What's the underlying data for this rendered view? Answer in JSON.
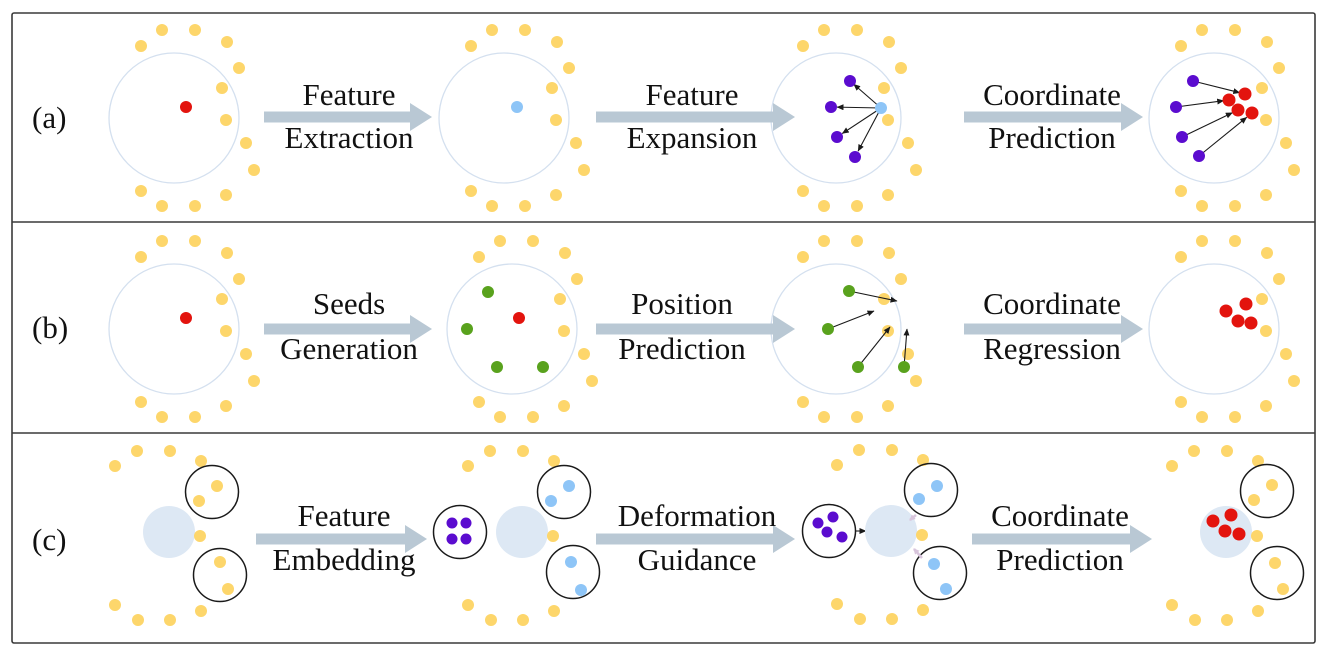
{
  "figure": {
    "colors": {
      "contour_point": "#fdd66b",
      "query_red": "#e3140e",
      "feature_blue": "#8ec5f7",
      "expanded_purple": "#5b0ccf",
      "seed_green": "#59a21d",
      "receptive_ring": "#d4e0ef",
      "region_disc": "#dde8f4",
      "process_arrow": "#b9c8d4",
      "frame": "#3a3a3a",
      "guide_arrow": "#d8c5dc"
    },
    "panels": [
      {
        "id": "a",
        "label": "(a)",
        "steps": [
          {
            "line1": "Feature",
            "line2": "Extraction"
          },
          {
            "line1": "Feature",
            "line2": "Expansion"
          },
          {
            "line1": "Coordinate",
            "line2": "Prediction"
          }
        ],
        "stages": [
          {
            "center_point": "red",
            "description": "query point"
          },
          {
            "center_point": "blue",
            "description": "extracted feature"
          },
          {
            "center_point": "blue",
            "expanded_points": 4,
            "description": "expanded features"
          },
          {
            "predicted_points": 4,
            "source_points": 4,
            "description": "predicted coordinates"
          }
        ]
      },
      {
        "id": "b",
        "label": "(b)",
        "steps": [
          {
            "line1": "Seeds",
            "line2": "Generation"
          },
          {
            "line1": "Position",
            "line2": "Prediction"
          },
          {
            "line1": "Coordinate",
            "line2": "Regression"
          }
        ],
        "stages": [
          {
            "center_point": "red",
            "description": "query point"
          },
          {
            "center_point": "red",
            "seed_points": 4,
            "description": "generated seeds"
          },
          {
            "seed_points": 4,
            "description": "position offsets"
          },
          {
            "predicted_points": 4,
            "description": "regressed coordinates"
          }
        ]
      },
      {
        "id": "c",
        "label": "(c)",
        "steps": [
          {
            "line1": "Feature",
            "line2": "Embedding"
          },
          {
            "line1": "Deformation",
            "line2": "Guidance"
          },
          {
            "line1": "Coordinate",
            "line2": "Prediction"
          }
        ],
        "stages": [
          {
            "local_regions": 2,
            "description": "local regions with contour points"
          },
          {
            "embedded_features": 4,
            "local_regions": 2,
            "description": "embedded features"
          },
          {
            "embedded_features": 4,
            "local_regions": 2,
            "description": "deformation guidance"
          },
          {
            "predicted_points": 4,
            "local_regions": 2,
            "description": "predicted coordinates"
          }
        ]
      }
    ]
  }
}
